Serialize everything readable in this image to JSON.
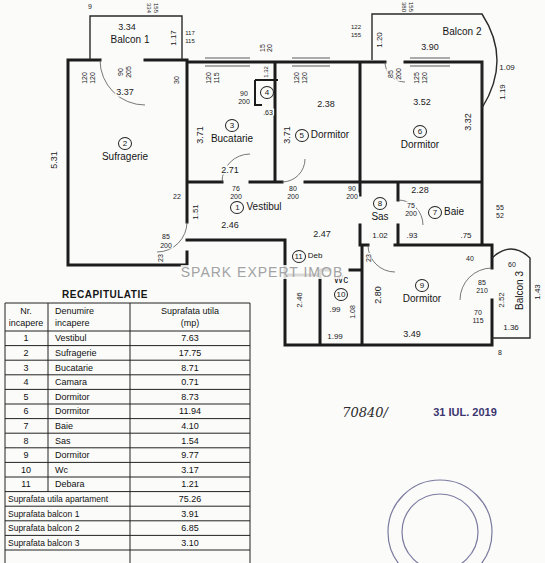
{
  "diagram": {
    "nodes": [
      {
        "text": [
          "Balcon 1"
        ]
      },
      {
        "text": [
          "Balcon 2"
        ]
      },
      {
        "text": [
          "Balcon 3"
        ]
      },
      {
        "text": [
          "2",
          "Sufragerie"
        ]
      },
      {
        "text": [
          "3",
          "Bucatarie"
        ]
      },
      {
        "text": [
          "4"
        ]
      },
      {
        "text": [
          "5",
          "Dormitor"
        ]
      },
      {
        "text": [
          "6",
          "Dormitor"
        ]
      },
      {
        "text": [
          "1",
          "Vestibul"
        ]
      },
      {
        "text": [
          "8",
          "Sas"
        ]
      },
      {
        "text": [
          "7",
          "Baie"
        ]
      },
      {
        "text": [
          "11",
          "Deb"
        ]
      },
      {
        "text": [
          "Wc",
          "10"
        ]
      },
      {
        "text": [
          "9",
          "Dormitor"
        ]
      }
    ],
    "labels": [
      "9",
      "3.34",
      "334",
      "155",
      "1.17",
      "117",
      "115",
      "120",
      "120",
      "90",
      "205",
      "3.37",
      "30",
      "5.31",
      "22",
      "85",
      "200",
      "23",
      "120",
      "115",
      "15",
      "20",
      "1.32",
      "90",
      "200",
      ".63",
      "3.71",
      "2.71",
      "76",
      "200",
      "3.71",
      "120",
      "120",
      "2.38",
      "80",
      "200",
      "85",
      "200",
      "125",
      "120",
      "3.52",
      "3.32",
      "1.20",
      "3.90",
      "122",
      "155",
      "380",
      "155",
      "1.09",
      "1.19",
      "90",
      "200",
      "2.28",
      "75",
      "200",
      "1.02",
      ".93",
      ".75",
      "55",
      "52",
      "2.46",
      "1.51",
      "2.47",
      "23",
      "2.80",
      "40",
      "60",
      "85",
      "210",
      "70",
      "115",
      "3.49",
      "2.52",
      "1.43",
      "1.36",
      "8",
      "2.46",
      ".99",
      "1.08",
      "1.99",
      "70840/",
      "31 IUL. 2019",
      "SPARK EXPERT IMOB",
      "RECAPITULATIE",
      "Nr.",
      "incapere",
      "Denumire",
      "incapere",
      "Suprafata utila",
      "(mp)",
      "1",
      "Vestibul",
      "7.63",
      "2",
      "Sufragerie",
      "17.75",
      "3",
      "Bucatarie",
      "8.71",
      "4",
      "Camara",
      "0.71",
      "5",
      "Dormitor",
      "8.73",
      "6",
      "Dormitor",
      "11.94",
      "7",
      "Baie",
      "4.10",
      "8",
      "Sas",
      "1.54",
      "9",
      "Dormitor",
      "9.77",
      "10",
      "Wc",
      "3.17",
      "11",
      "Debara",
      "1.21",
      "Suprafata utila apartament",
      "75.26",
      "Suprafata balcon 1",
      "3.91",
      "Suprafata balcon 2",
      "6.85",
      "Suprafata balcon 3",
      "3.10"
    ]
  }
}
